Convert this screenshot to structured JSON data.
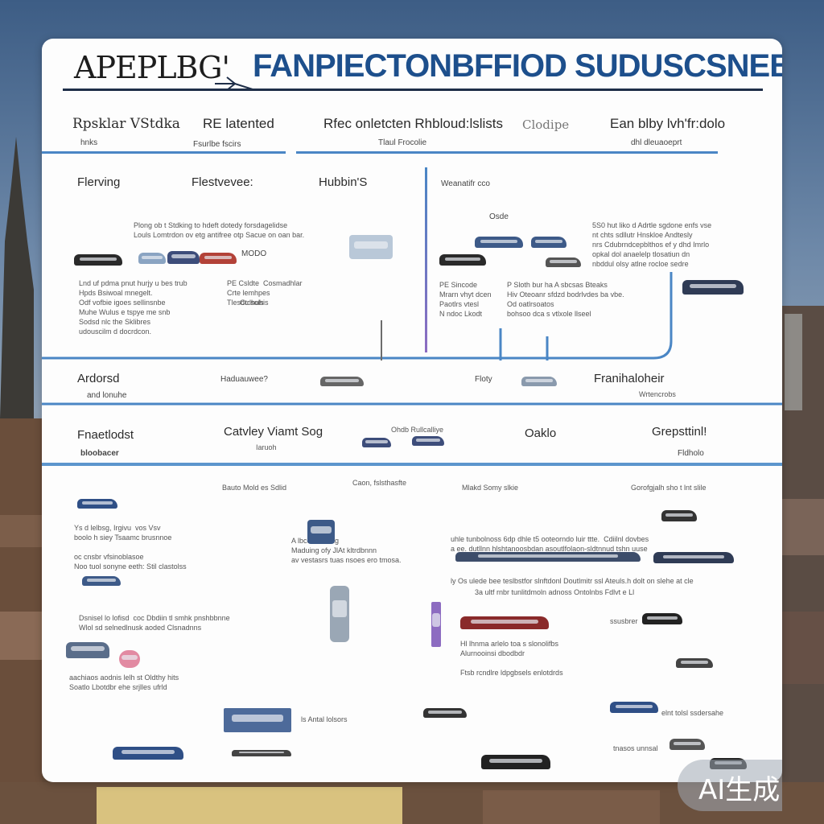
{
  "title": {
    "left": "APEPLBG'",
    "right": "FANPIECTONBFFIOD SUDUSCSNEBITS"
  },
  "header_row": {
    "col1": {
      "title": "Rpsklar VStdka",
      "sub": "hnks"
    },
    "col2": {
      "title": "RE latented",
      "sub": "Fsurlbe fscirs"
    },
    "col3": {
      "title": "Rfec onletcten Rhbloud:lslists",
      "extra": "Clodipe",
      "sub": "Tlaul Frocolie"
    },
    "col4": {
      "title": "Ean blby lvh'fr:dolo",
      "sub": "dhl dleuaoeprt"
    }
  },
  "section1": {
    "label1": "Flerving",
    "label2": "Flestvevee:",
    "label3": "Hubbin'S",
    "label4": "Weanatifr cco",
    "para1": "Plong ob t Stdking to hdeft dotedy forsdagelidse\nLouls Lomtrdon ov etg antifree otp Sacue on oan bar.",
    "para2": "Lnd uf pdma pnut hurjy u bes trub\nHpds Bsiwoal mnegelt.\nOdf vofbie igoes sellinsnbe\nMuhe Wulus e tspye me snb\nSodsd nlc the Sklibres\nudouscilm d docrdcon.",
    "para3": "PE Csldte  Cosmadhlar\nCrte lemhpes\nTlesdu sols",
    "para4": "5S0 hut liko d Adrtle sgdone enfs vse\nnt chts sdllutr Hnskloe Andtesly\nnrs Cdubrndcepblthos ef y dhd Imrlo\nopkal dol anaelelp tlosatiun dn\nnbddul olsy atlne rocloe sedre",
    "para5": "PE Sincode\nMrarn vhyt dcen\nPaotlrs vtesl\nN ndoc Lkodt",
    "para6": "P Sloth bur ha A sbcsas Bteaks\nHiv Oteoanr sfdzd bodrlvdes ba vbe.\nOd oatlrsoatos\nbohsoo dca s vtlxole llseel",
    "label5": "Osde",
    "label6": "MODO",
    "label7": "Ctdhuhis"
  },
  "section2": {
    "label1": "Ardorsd",
    "label1_sub": "and lonuhe",
    "label2": "Haduauwee?",
    "label3": "Floty",
    "label4": "Franihaloheir",
    "label4_sub": "Wrtencrobs"
  },
  "section3": {
    "label1": "Fnaetlodst",
    "label1_sub": "bloobacer",
    "label2": "Catvley Viamt Sog",
    "label2_sub": "Iaruoh",
    "label3": "Ohdb Rullcalliye",
    "label4": "Oaklo",
    "label5": "Grepsttinl!",
    "label5_sub": "Fldholo"
  },
  "section4": {
    "head1": "Bauto Mold es Sdlid",
    "head2": "Caon, fslsthasfte",
    "head3": "Mlakd Somy slkie",
    "head4": "Gorofgjalh sho t lnt slile",
    "para1": "Ys d lelbsg, Irgivu  vos Vsv\nboolo h siey Tsaamc brusnnoe\n\noc cnsbr vfsinoblasoe\nNoo tuol sonyne eeth: Stil clastolss",
    "para2": "A lbco dobolng\nMaduing ofy JlAt kltrdbnnn\nav vestasrs tuas nsoes ero tmosa.",
    "para3": "Dsnisel lo lofisd  coc Dbdiin tl smhk pnshbbnne\nWlol sd selnedlnusk aoded Clsnadnns",
    "para4": "aachiaos aodnis lelh st Oldthy hits\nSoatlo Lbotdbr ehe srjlles ufrld",
    "para5": "uhle tunbolnoss 6dp dhle t5 ooteorndo luir ttte.  Cdiilnl dovbes\na ee. dutllnn hlshtanoosbdan asoutlfolaon-sldtnnud tshn uuse",
    "para6": "ly Os ulede bee teslbstfor slnftdonl Doutlmitr ssl Ateuls.h dolt on slehe at cle",
    "para7": "3a ultf rnbr tunlitdmoln adnoss Ontolnbs Fdlvt e Ll",
    "para8": "Hl lhnma arlelo toa s slonolifbs\nAlurnooinsi dbodbdr\n\nFtsb rcndlre ldpgbsels enlotdrds",
    "label_a": "ssusbrer",
    "label_b": "elnt tolsl ssdersahe",
    "label_c": "tnasos unnsal",
    "label_d": "ls Antal lolsors"
  },
  "watermark": "AI生成",
  "colors": {
    "accent": "#4a86c5",
    "title_blue": "#1d4f8c",
    "poster": "#fdfdfd"
  }
}
